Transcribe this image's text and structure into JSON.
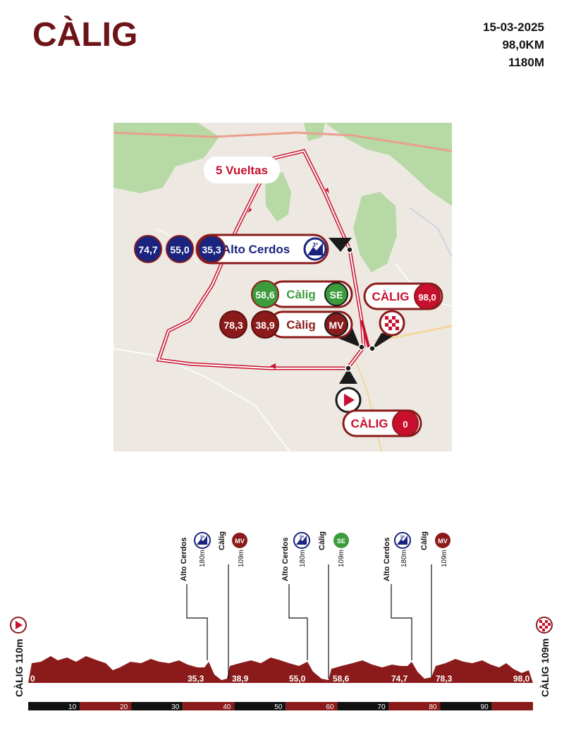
{
  "header": {
    "title": "CÀLIG",
    "date": "15-03-2025",
    "distance": "98,0KM",
    "elevation": "1180M"
  },
  "map": {
    "laps_label": "5 Vueltas",
    "climb": {
      "name": "Alto Cerdos",
      "category": "3ª",
      "passes": [
        "74,7",
        "55,0",
        "35,3"
      ]
    },
    "sprint_se": {
      "name": "Càlig",
      "code": "SE",
      "passes": [
        "58,6"
      ]
    },
    "sprint_mv": {
      "name": "Càlig",
      "code": "MV",
      "passes": [
        "78,3",
        "38,9"
      ]
    },
    "finish": {
      "name": "CÀLIG",
      "km": "98,0"
    },
    "start": {
      "name": "CÀLIG",
      "km": "0"
    }
  },
  "profile": {
    "start_label": "CÀLIG 110m",
    "finish_label": "CÀLIG 109m",
    "markers": [
      {
        "name": "Alto Cerdos",
        "alt": "180m",
        "code": "3ª",
        "km_label": "35,3"
      },
      {
        "name": "Càlig",
        "alt": "109m",
        "code": "MV",
        "km_label": "38,9"
      },
      {
        "name": "Alto Cerdos",
        "alt": "180m",
        "code": "3ª",
        "km_label": "55,0"
      },
      {
        "name": "Càlig",
        "alt": "109m",
        "code": "SE",
        "km_label": "58,6"
      },
      {
        "name": "Alto Cerdos",
        "alt": "180m",
        "code": "3ª",
        "km_label": "74,7"
      },
      {
        "name": "Càlig",
        "alt": "109m",
        "code": "MV",
        "km_label": "78,3"
      }
    ],
    "km_start_label": "0",
    "km_end_label": "98,0",
    "km_ticks": [
      "10",
      "20",
      "30",
      "40",
      "50",
      "60",
      "70",
      "80",
      "90"
    ],
    "total_km": 98,
    "colors": {
      "profile": "#8b1a1a",
      "climb": "#1a237e",
      "sprint": "#3c9b3c",
      "mv": "#8b1a1a"
    }
  }
}
